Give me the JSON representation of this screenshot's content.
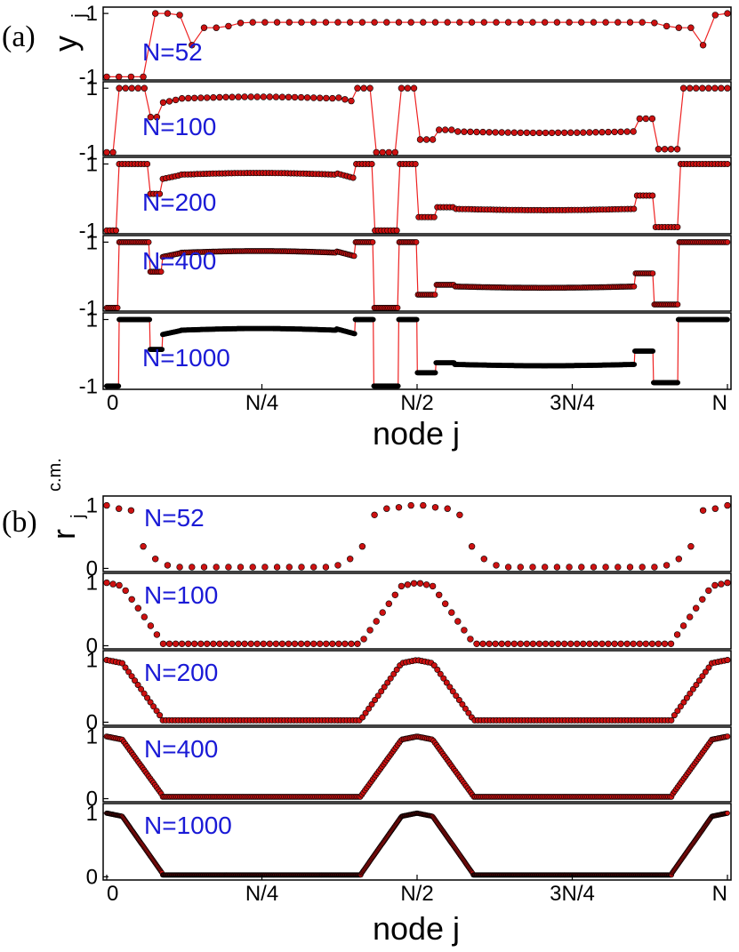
{
  "figure": {
    "panel_a_label": "(a)",
    "panel_b_label": "(b)",
    "panel_a_ylabel": "y",
    "panel_a_ylabel_sub": "j",
    "panel_b_ylabel": "r",
    "panel_b_ylabel_sub": "j",
    "panel_b_ylabel_sup": "c.m.",
    "xlabel": "node j",
    "xticks": [
      "0",
      "N/4",
      "N/2",
      "3N/4",
      "N"
    ],
    "yticks_a": [
      "1",
      "-1"
    ],
    "yticks_b": [
      "1",
      "0"
    ],
    "colors": {
      "marker_fill": "#cc1111",
      "line": "#ee2222",
      "marker_edge": "#000000",
      "label": "#1a1ad6"
    }
  },
  "chart_data": [
    {
      "type": "line",
      "panel": "(a)",
      "ylabel": "y_j",
      "xlabel": "node j",
      "ylim": [
        -1.1,
        1.2
      ],
      "y_ticks": [
        1,
        -1
      ],
      "x_ticks": [
        "0",
        "N/4",
        "N/2",
        "3N/4",
        "N"
      ],
      "series": [
        {
          "name": "N=52",
          "n": 52,
          "y": [
            -1,
            -1,
            -1,
            -1,
            1,
            1,
            0.95,
            0,
            0.55,
            0.55,
            0.6,
            0.7,
            0.72,
            0.72,
            0.72,
            0.72,
            0.72,
            0.72,
            0.72,
            0.72,
            0.72,
            0.72,
            0.72,
            0.72,
            0.72,
            0.72,
            0.72,
            0.72,
            0.72,
            0.72,
            0.72,
            0.72,
            0.72,
            0.72,
            0.72,
            0.72,
            0.72,
            0.72,
            0.72,
            0.72,
            0.72,
            0.72,
            0.72,
            0.72,
            0.72,
            0.7,
            0.6,
            0.55,
            0.55,
            0,
            0.95,
            1
          ]
        },
        {
          "name": "N=100",
          "n": 100
        },
        {
          "name": "N=200",
          "n": 200
        },
        {
          "name": "N=400",
          "n": 400
        },
        {
          "name": "N=1000",
          "n": 1000
        }
      ]
    },
    {
      "type": "scatter",
      "panel": "(b)",
      "ylabel": "r_j^c.m.",
      "xlabel": "node j",
      "ylim": [
        -0.05,
        1.15
      ],
      "y_ticks": [
        1,
        0
      ],
      "x_ticks": [
        "0",
        "N/4",
        "N/2",
        "3N/4",
        "N"
      ],
      "series": [
        {
          "name": "N=52",
          "n": 52,
          "y": [
            1.0,
            0.95,
            0.92,
            0.35,
            0.15,
            0.05,
            0.02,
            0.02,
            0.02,
            0.02,
            0.02,
            0.02,
            0.02,
            0.02,
            0.02,
            0.02,
            0.02,
            0.02,
            0.02,
            0.05,
            0.15,
            0.35,
            0.85,
            0.95,
            0.97,
            1.0,
            1.0,
            0.97,
            0.95,
            0.85,
            0.35,
            0.15,
            0.05,
            0.02,
            0.02,
            0.02,
            0.02,
            0.02,
            0.02,
            0.02,
            0.02,
            0.02,
            0.02,
            0.02,
            0.02,
            0.02,
            0.05,
            0.15,
            0.35,
            0.92,
            0.95,
            1.0
          ]
        },
        {
          "name": "N=100",
          "n": 100
        },
        {
          "name": "N=200",
          "n": 200
        },
        {
          "name": "N=400",
          "n": 400
        },
        {
          "name": "N=1000",
          "n": 1000
        }
      ]
    }
  ]
}
